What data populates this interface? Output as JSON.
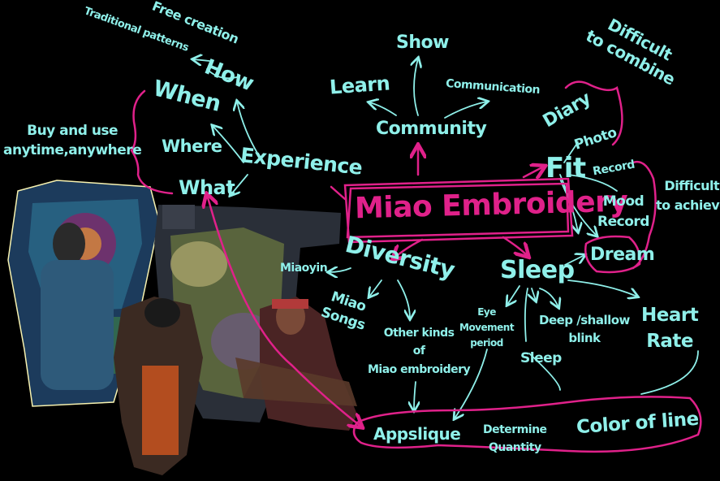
{
  "center": {
    "label": "Miao Embroidery"
  },
  "experience": {
    "label": "Experience",
    "what": "What",
    "where": "Where",
    "when": "When",
    "how": "How",
    "free_creation": "Free creation",
    "traditional_patterns": "Traditional patterns",
    "buy_and_use": "Buy and use\nanytime,anywhere"
  },
  "community": {
    "label": "Community",
    "learn": "Learn",
    "show": "Show",
    "communication": "Communication"
  },
  "fit": {
    "label": "Fit",
    "diary": "Diary",
    "photo": "Photo",
    "record": "Record",
    "mood_record": "Mood\nRecord",
    "dream": "Dream",
    "difficult_to_combine": "Difficult\nto combine",
    "difficult_to_achieve": "Difficult\nto achieve"
  },
  "sleep": {
    "label": "Sleep",
    "eye_movement": "Eye\nMovement\nperiod",
    "deep_shallow": "Deep /shallow\nblink",
    "sleep_sub": "Sleep",
    "heart_rate": "Heart\nRate"
  },
  "diversity": {
    "label": "Diversity",
    "miaoyin": "Miaoyin",
    "miao_songs": "Miao\nSongs",
    "other_kinds": "Other kinds\nof\nMiao embroidery"
  },
  "bottom": {
    "appslique": "Appslique",
    "determine_quantity": "Determine\nQuantity",
    "color_of_line": "Color of line"
  },
  "colors": {
    "background": "#000000",
    "text": "#8ff0ea",
    "accent": "#e0218a"
  }
}
